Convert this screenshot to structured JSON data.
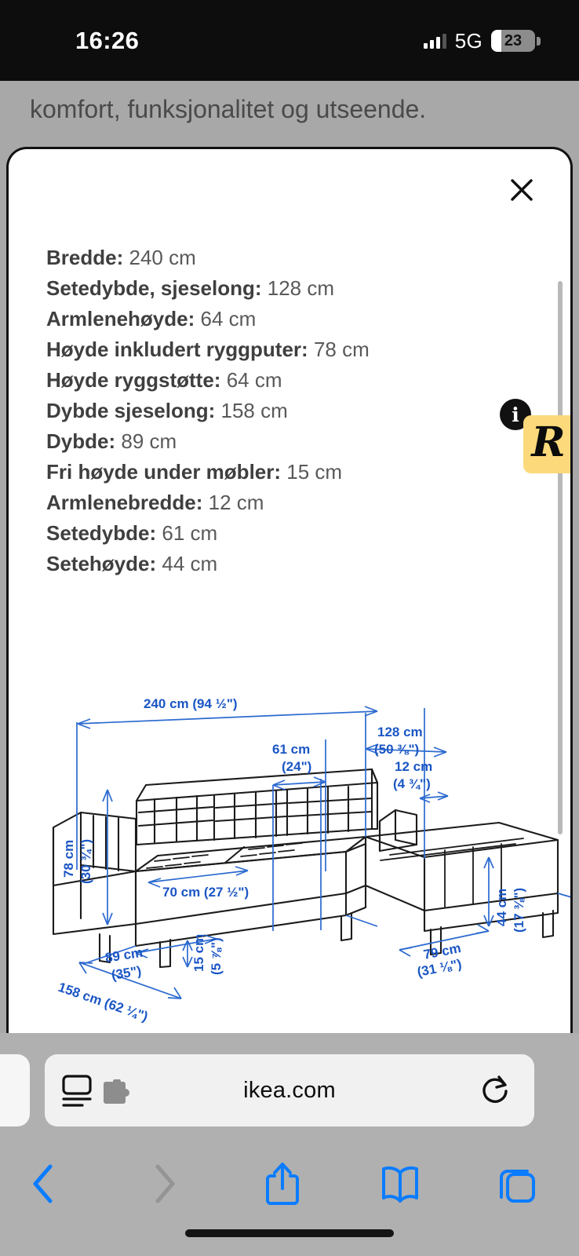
{
  "status_bar": {
    "time": "16:26",
    "network": "5G",
    "battery_level": "23",
    "signal_icon": "signal-bars-icon",
    "battery_icon": "battery-icon"
  },
  "page_behind": {
    "visible_text": "komfort, funksjonalitet og utseende."
  },
  "modal": {
    "close_icon": "close-icon",
    "specs": [
      {
        "label": "Bredde:",
        "value": "240 cm"
      },
      {
        "label": "Setedybde, sjeselong:",
        "value": "128 cm"
      },
      {
        "label": "Armlenehøyde:",
        "value": "64 cm"
      },
      {
        "label": "Høyde inkludert ryggputer:",
        "value": "78 cm"
      },
      {
        "label": "Høyde ryggstøtte:",
        "value": "64 cm"
      },
      {
        "label": "Dybde sjeselong:",
        "value": "158 cm"
      },
      {
        "label": "Dybde:",
        "value": "89 cm"
      },
      {
        "label": "Fri høyde under møbler:",
        "value": "15 cm"
      },
      {
        "label": "Armlenebredde:",
        "value": "12 cm"
      },
      {
        "label": "Setedybde:",
        "value": "61 cm"
      },
      {
        "label": "Setehøyde:",
        "value": "44 cm"
      }
    ]
  },
  "reader_tab": {
    "glyph": "R",
    "info_glyph": "i",
    "background_color": "#fcd97b"
  },
  "drawing": {
    "line_color": "#1b1b1b",
    "dimension_color": "#1a56c4",
    "labels": {
      "width": {
        "cm": "240 cm",
        "inch": "(94 ½\")",
        "full": "240 cm (94 ½\")"
      },
      "chaise_seat_depth": {
        "cm": "128 cm",
        "inch": "(50 ⅜\")"
      },
      "seat_depth": {
        "cm": "61 cm",
        "inch": "(24\")"
      },
      "armrest_width": {
        "cm": "12 cm",
        "inch": "(4 ¾\")"
      },
      "height_with_cushions": {
        "cm": "78 cm",
        "inch": "(30 ¾\")"
      },
      "seat_width": {
        "cm": "70 cm",
        "inch": "(27 ½\")",
        "full": "70 cm (27 ½\")"
      },
      "depth": {
        "cm": "89 cm",
        "inch": "(35\")"
      },
      "chaise_depth": {
        "cm": "158 cm",
        "inch": "(62 ¼\")",
        "full": "158 cm (62 ¼\")"
      },
      "clearance": {
        "cm": "15 cm",
        "inch": "(5 ⅞\")"
      },
      "seat_height": {
        "cm": "44 cm",
        "inch": "(17 ⅜\")"
      },
      "chaise_width": {
        "cm": "79 cm",
        "inch": "(31 ⅛\")"
      }
    }
  },
  "browser": {
    "url": "ikea.com",
    "reader_icon": "reader-view-icon",
    "extension_icon": "extension-puzzle-icon",
    "reload_icon": "reload-icon",
    "nav": {
      "back_icon": "chevron-left-icon",
      "forward_icon": "chevron-right-icon",
      "share_icon": "share-icon",
      "bookmarks_icon": "book-icon",
      "tabs_icon": "tabs-icon"
    },
    "accent_color": "#0a7cff",
    "disabled_color": "#8f8f8f"
  }
}
